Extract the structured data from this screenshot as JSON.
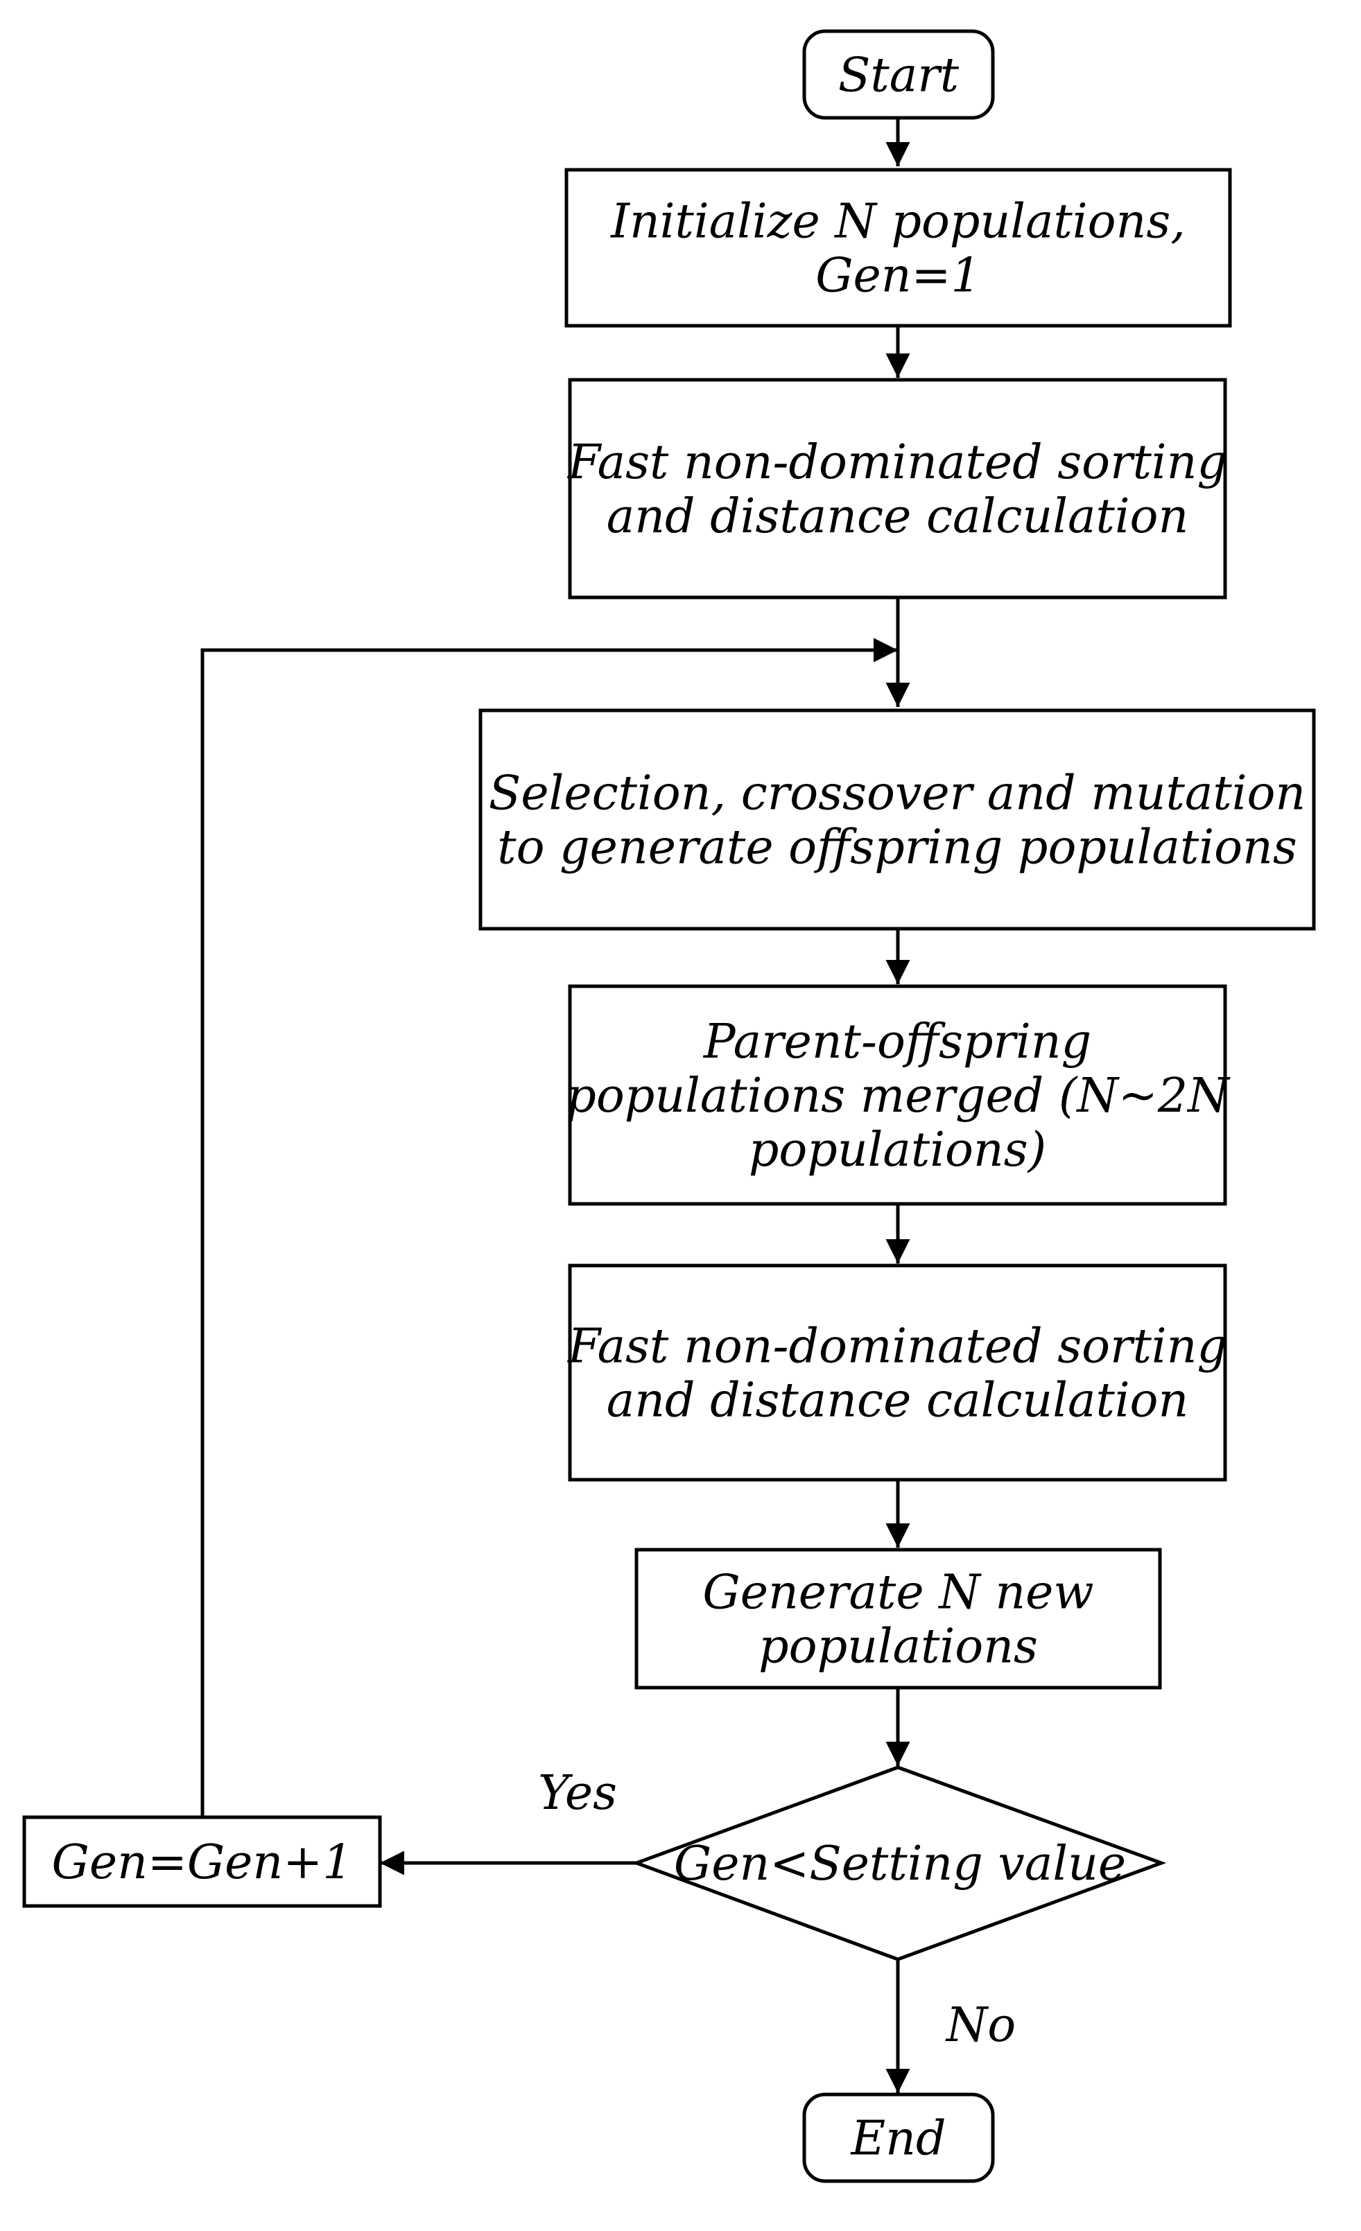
{
  "nodes": {
    "start": {
      "lines": [
        "Start"
      ]
    },
    "init": {
      "lines": [
        "Initialize N populations,",
        "Gen=1"
      ]
    },
    "sort1": {
      "lines": [
        "Fast non-dominated sorting",
        "and distance calculation"
      ]
    },
    "selection": {
      "lines": [
        "Selection, crossover and mutation",
        "to generate offspring populations"
      ]
    },
    "merge": {
      "lines": [
        "Parent-offspring",
        "populations merged (N~2N",
        "populations)"
      ]
    },
    "sort2": {
      "lines": [
        "Fast non-dominated sorting",
        "and distance calculation"
      ]
    },
    "generate": {
      "lines": [
        "Generate N new",
        "populations"
      ]
    },
    "decision": {
      "lines": [
        "Gen<Setting value"
      ]
    },
    "increment": {
      "lines": [
        "Gen=Gen+1"
      ]
    },
    "end": {
      "lines": [
        "End"
      ]
    }
  },
  "edge_labels": {
    "yes": "Yes",
    "no": "No"
  }
}
